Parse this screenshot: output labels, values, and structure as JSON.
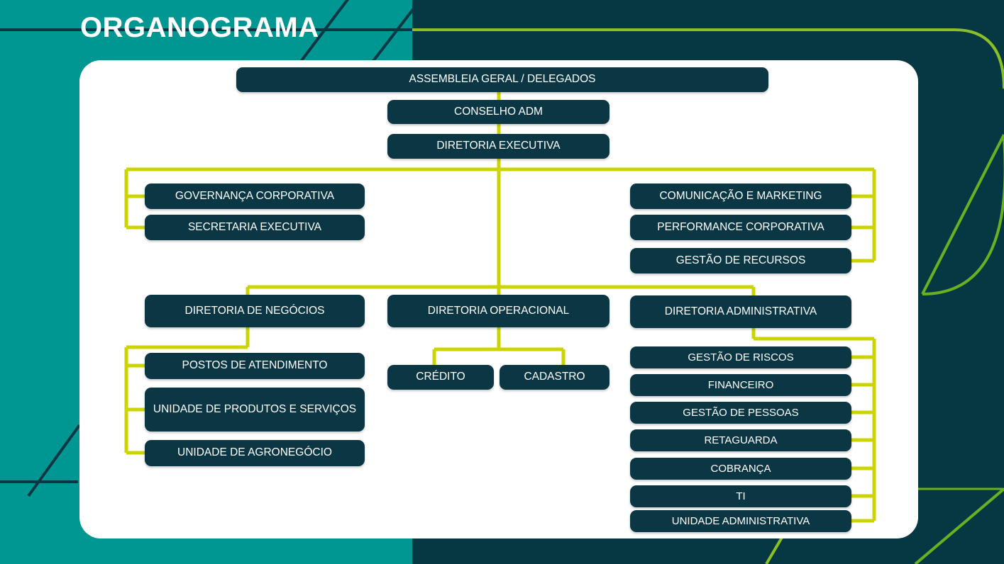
{
  "page": {
    "title": "ORGANOGRAMA",
    "colors": {
      "teal": "#009691",
      "dark_navy": "#063843",
      "box": "#0B3745",
      "connector": "#CCD400",
      "accent_green": "#6AB023",
      "card": "#FFFFFF",
      "text": "#FFFFFF"
    }
  },
  "chart_data": {
    "type": "diagram",
    "title": "ORGANOGRAMA",
    "levels": [
      {
        "level": 1,
        "nodes": [
          "ASSEMBLEIA GERAL / DELEGADOS"
        ]
      },
      {
        "level": 2,
        "nodes": [
          "CONSELHO ADM"
        ]
      },
      {
        "level": 3,
        "nodes": [
          "DIRETORIA EXECUTIVA"
        ]
      },
      {
        "level": 4,
        "nodes": [
          "GOVERNANÇA CORPORATIVA",
          "SECRETARIA EXECUTIVA",
          "COMUNICAÇÃO E MARKETING",
          "PERFORMANCE CORPORATIVA",
          "GESTÃO DE RECURSOS"
        ]
      },
      {
        "level": 5,
        "nodes": [
          "DIRETORIA DE NEGÓCIOS",
          "DIRETORIA OPERACIONAL",
          "DIRETORIA ADMINISTRATIVA"
        ]
      },
      {
        "level": 6,
        "nodes": [
          "POSTOS DE ATENDIMENTO",
          "UNIDADE DE PRODUTOS E SERVIÇOS",
          "UNIDADE DE AGRONEGÓCIO",
          "CRÉDITO",
          "CADASTRO",
          "GESTÃO DE RISCOS",
          "FINANCEIRO",
          "GESTÃO DE PESSOAS",
          "RETAGUARDA",
          "COBRANÇA",
          "TI",
          "UNIDADE ADMINISTRATIVA"
        ]
      }
    ]
  },
  "org": {
    "assembleia": "ASSEMBLEIA GERAL / DELEGADOS",
    "conselho": "CONSELHO ADM",
    "diretoria_executiva": "DIRETORIA EXECUTIVA",
    "staff_left": [
      {
        "label": "GOVERNANÇA CORPORATIVA"
      },
      {
        "label": "SECRETARIA EXECUTIVA"
      }
    ],
    "staff_right": [
      {
        "label": "COMUNICAÇÃO E MARKETING"
      },
      {
        "label": "PERFORMANCE CORPORATIVA"
      },
      {
        "label": "GESTÃO DE RECURSOS"
      }
    ],
    "diretorias": [
      {
        "label": "DIRETORIA DE NEGÓCIOS"
      },
      {
        "label": "DIRETORIA OPERACIONAL"
      },
      {
        "label": "DIRETORIA ADMINISTRATIVA"
      }
    ],
    "negocios_children": [
      {
        "label": "POSTOS DE ATENDIMENTO"
      },
      {
        "label": "UNIDADE DE PRODUTOS E SERVIÇOS"
      },
      {
        "label": "UNIDADE DE AGRONEGÓCIO"
      }
    ],
    "operacional_children": [
      {
        "label": "CRÉDITO"
      },
      {
        "label": "CADASTRO"
      }
    ],
    "administrativa_children": [
      {
        "label": "GESTÃO DE RISCOS"
      },
      {
        "label": "FINANCEIRO"
      },
      {
        "label": "GESTÃO DE PESSOAS"
      },
      {
        "label": "RETAGUARDA"
      },
      {
        "label": "COBRANÇA"
      },
      {
        "label": "TI"
      },
      {
        "label": "UNIDADE ADMINISTRATIVA"
      }
    ]
  }
}
